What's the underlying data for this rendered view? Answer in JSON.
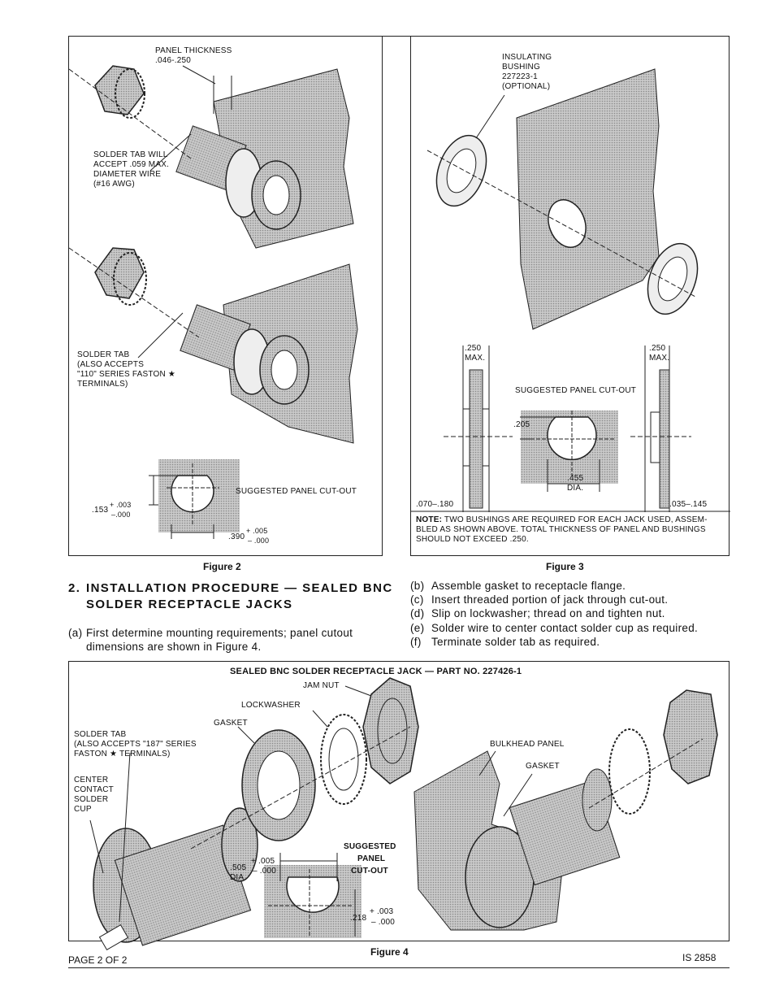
{
  "figure2": {
    "caption": "Figure 2",
    "panel_thickness": "PANEL THICKNESS",
    "panel_thickness_value": ".046-.250",
    "solder_tab_will": [
      "SOLDER TAB WILL",
      "ACCEPT .059 MAX.",
      "DIAMETER WIRE",
      "(#16 AWG)"
    ],
    "solder_tab": [
      "SOLDER TAB",
      "(ALSO ACCEPTS",
      "\"110\" SERIES FASTON",
      "TERMINALS)"
    ],
    "faston_star": "★",
    "cutout_label": "SUGGESTED PANEL CUT-OUT",
    "dim_153": ".153",
    "dim_153_plus": "+ .003",
    "dim_153_minus": "–.000",
    "dim_390": ".390",
    "dim_390_plus": "+ .005",
    "dim_390_minus": "– .000"
  },
  "figure3": {
    "caption": "Figure 3",
    "insulating_bushing": [
      "INSULATING",
      "BUSHING",
      "227223-1",
      "(OPTIONAL)"
    ],
    "left_max": [
      ".250",
      "MAX."
    ],
    "right_max": [
      ".250",
      "MAX."
    ],
    "cutout_label": "SUGGESTED PANEL CUT-OUT",
    "dim_205": ".205",
    "dim_455": [
      ".455",
      "DIA."
    ],
    "dim_070": ".070–.180",
    "dim_035": ".035–.145",
    "note_label": "NOTE:",
    "note_lines": [
      " TWO BUSHINGS ARE REQUIRED FOR EACH JACK USED, ASSEM-",
      "BLED AS SHOWN ABOVE. TOTAL THICKNESS OF PANEL AND BUSHINGS",
      "SHOULD NOT EXCEED .250."
    ]
  },
  "section": {
    "number": "2.",
    "title_line1": "INSTALLATION PROCEDURE — SEALED BNC",
    "title_line2": "SOLDER RECEPTACLE JACKS",
    "step_a_label": "(a)",
    "step_a_line1": "First determine mounting requirements; panel cutout",
    "step_a_line2": "dimensions are shown in Figure 4.",
    "steps": [
      {
        "label": "(b)",
        "text": "Assemble gasket to receptacle flange."
      },
      {
        "label": "(c)",
        "text": "Insert threaded portion of jack through cut-out."
      },
      {
        "label": "(d)",
        "text": "Slip on lockwasher; thread on and tighten nut."
      },
      {
        "label": "(e)",
        "text": "Solder wire to center contact solder cup as required."
      },
      {
        "label": "(f)",
        "text": "Terminate solder tab as required."
      }
    ]
  },
  "figure4": {
    "caption": "Figure 4",
    "title": "SEALED BNC SOLDER RECEPTACLE JACK — PART NO. 227426-1",
    "jam_nut": "JAM NUT",
    "lockwasher": "LOCKWASHER",
    "gasket": "GASKET",
    "solder_tab": [
      "SOLDER TAB",
      "(ALSO ACCEPTS \"187\" SERIES",
      "FASTON"
    ],
    "solder_tab_end": " TERMINALS)",
    "center_contact": [
      "CENTER",
      "CONTACT",
      "SOLDER",
      "CUP"
    ],
    "bulkhead_panel": "BULKHEAD PANEL",
    "gasket_right": "GASKET",
    "suggested": [
      "SUGGESTED",
      "PANEL",
      "CUT-OUT"
    ],
    "dim_505": [
      ".505",
      "DIA."
    ],
    "dim_505_plus": "+ .005",
    "dim_505_minus": "– .000",
    "dim_218": ".218",
    "dim_218_plus": "+ .003",
    "dim_218_minus": "– .000"
  },
  "footer": {
    "page": "PAGE 2 OF 2",
    "doc_id": "IS 2858"
  }
}
